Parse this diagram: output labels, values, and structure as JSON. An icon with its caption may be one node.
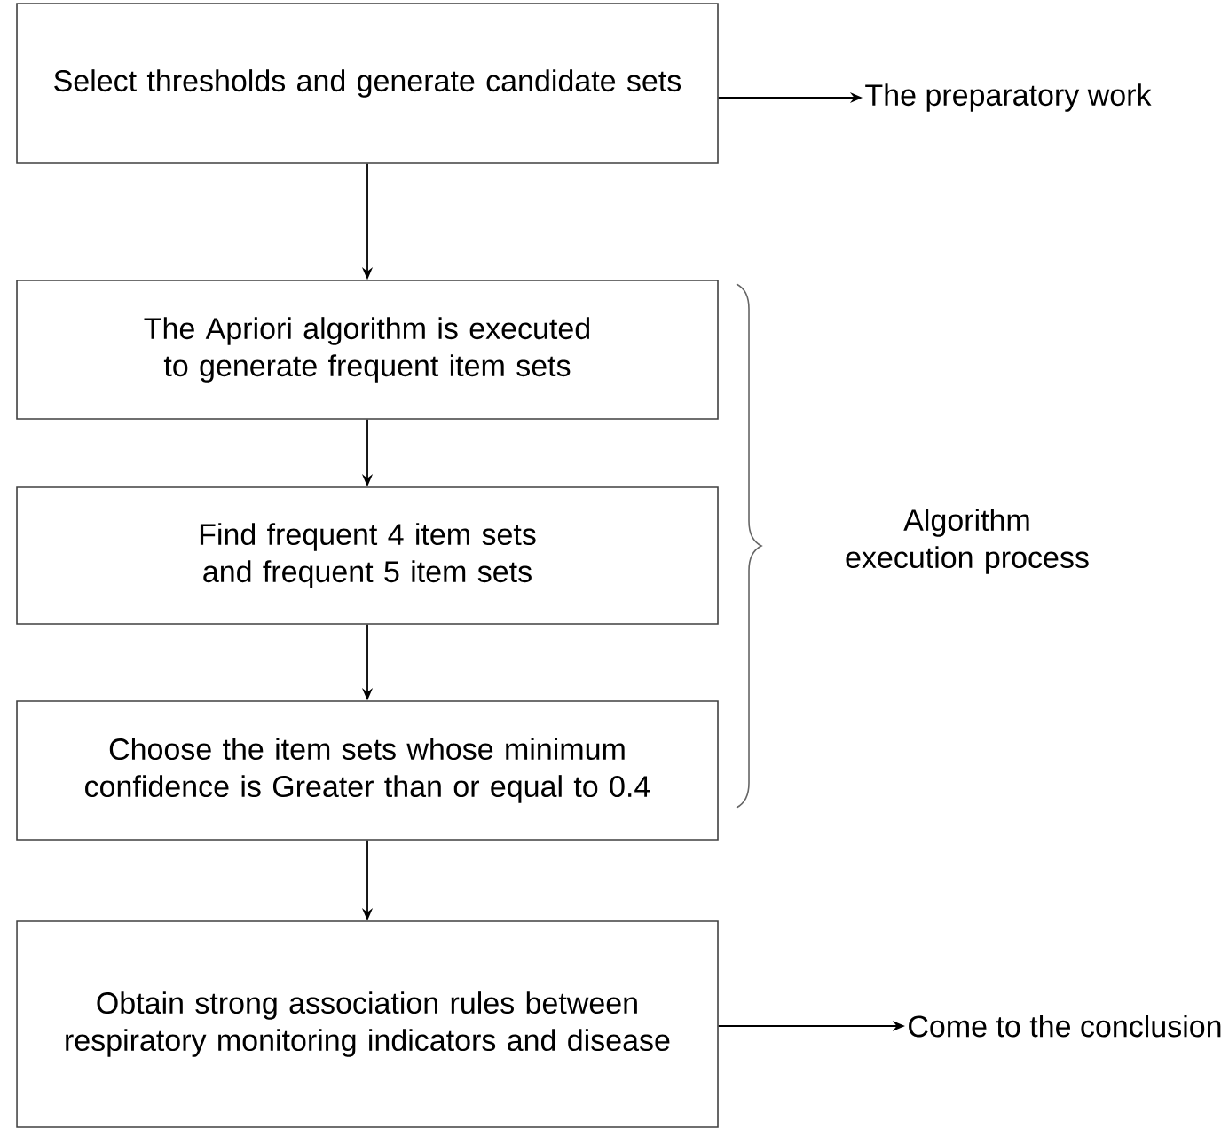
{
  "diagram": {
    "nodes": [
      {
        "text": [
          "Select thresholds and generate candidate sets"
        ]
      },
      {
        "text": [
          "The Apriori algorithm is executed to generate frequent item sets"
        ]
      },
      {
        "text": [
          "Find frequent 4 item sets and frequent 5 item sets"
        ]
      },
      {
        "text": [
          "Choose the item sets whose minimum confidence is  Greater than or equal to 0.4"
        ]
      },
      {
        "text": [
          "Obtain strong association rules between respiratory monitoring indicators and disease"
        ]
      },
      {
        "text": [
          "The preparatory work"
        ]
      },
      {
        "text": [
          "Come to the conclusion"
        ]
      }
    ],
    "edges": [
      {
        "from": 0,
        "to": 1,
        "arrow": "to"
      },
      {
        "from": 1,
        "to": 2,
        "arrow": "to"
      },
      {
        "from": 2,
        "to": 3,
        "arrow": "to"
      },
      {
        "from": 3,
        "to": 4,
        "arrow": "to"
      },
      {
        "from": 0,
        "to": 5,
        "arrow": "to"
      },
      {
        "from": 4,
        "to": 6,
        "arrow": "to"
      }
    ],
    "labels": [
      "Algorithm execution process"
    ]
  }
}
